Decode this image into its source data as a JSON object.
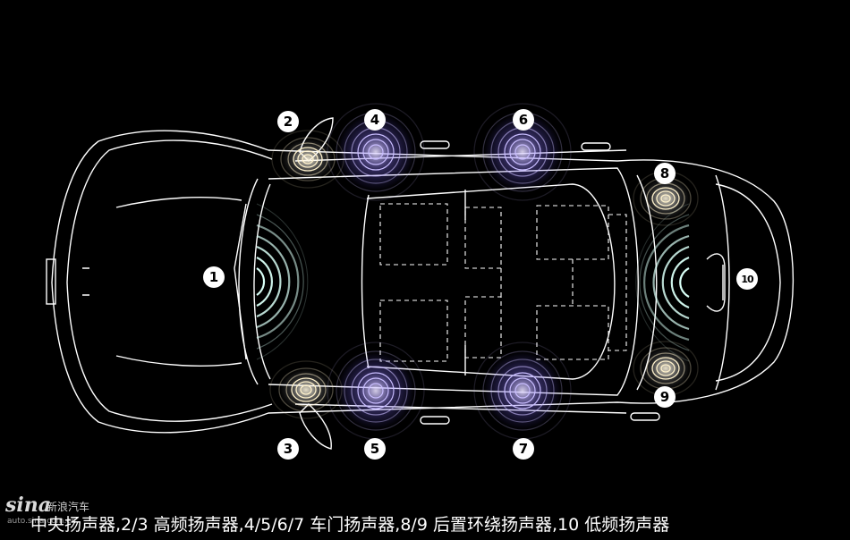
{
  "caption": "中央扬声器,2/3 高频扬声器,4/5/6/7 车门扬声器,8/9 后置环绕扬声器,10 低频扬声器",
  "logo": {
    "brand": "sina",
    "cn": "新浪汽车",
    "url": "auto.sina.com.cn"
  },
  "speakers": [
    {
      "label": "1",
      "kind": "center"
    },
    {
      "label": "2",
      "kind": "tweeter"
    },
    {
      "label": "3",
      "kind": "tweeter"
    },
    {
      "label": "4",
      "kind": "door"
    },
    {
      "label": "5",
      "kind": "door"
    },
    {
      "label": "6",
      "kind": "door"
    },
    {
      "label": "7",
      "kind": "door"
    },
    {
      "label": "8",
      "kind": "rear-surround"
    },
    {
      "label": "9",
      "kind": "rear-surround"
    },
    {
      "label": "10",
      "kind": "subwoofer"
    }
  ],
  "colors": {
    "background": "#000000",
    "lines": "#ffffff",
    "door_glow": "#b9a6ff",
    "center_glow": "#bff5ec"
  }
}
